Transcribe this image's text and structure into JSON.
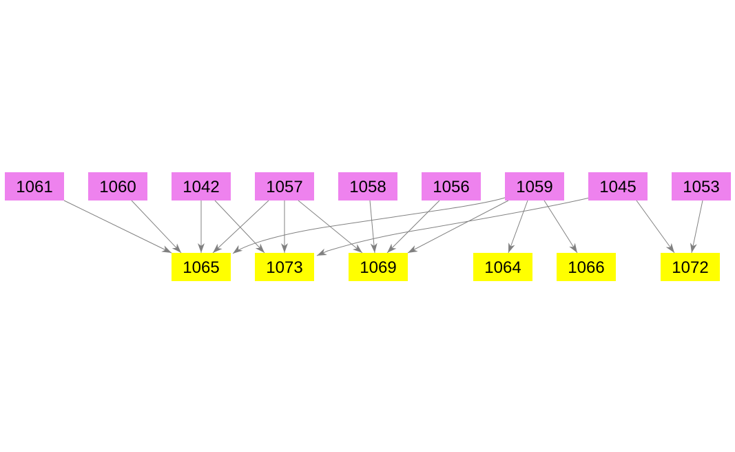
{
  "colors": {
    "source": "#ee82ee",
    "target": "#ffff00",
    "edge": "#808080"
  },
  "nodes": {
    "sources": [
      "1061",
      "1060",
      "1042",
      "1057",
      "1058",
      "1056",
      "1059",
      "1045",
      "1053"
    ],
    "targets": [
      "1065",
      "1073",
      "1069",
      "1064",
      "1066",
      "1072"
    ]
  },
  "edges": [
    [
      "1061",
      "1065"
    ],
    [
      "1060",
      "1065"
    ],
    [
      "1042",
      "1065"
    ],
    [
      "1042",
      "1073"
    ],
    [
      "1057",
      "1065"
    ],
    [
      "1057",
      "1073"
    ],
    [
      "1057",
      "1069"
    ],
    [
      "1058",
      "1069"
    ],
    [
      "1056",
      "1069"
    ],
    [
      "1059",
      "1065"
    ],
    [
      "1059",
      "1069"
    ],
    [
      "1059",
      "1064"
    ],
    [
      "1059",
      "1066"
    ],
    [
      "1045",
      "1073"
    ],
    [
      "1045",
      "1072"
    ],
    [
      "1053",
      "1072"
    ]
  ]
}
